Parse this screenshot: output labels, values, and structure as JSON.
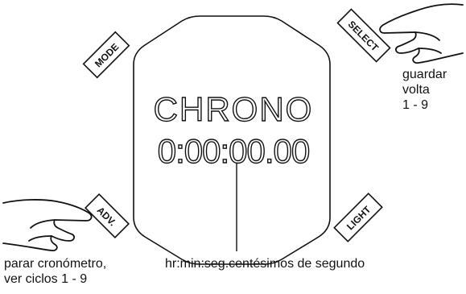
{
  "buttons": {
    "mode": "MODE",
    "select": "SELECT",
    "adv": "ADV.",
    "light": "LIGHT"
  },
  "display": {
    "line1": "CHRONO",
    "line2": "0:00:00.00"
  },
  "annotations": {
    "select_action": [
      "guardar",
      "volta",
      "1 - 9"
    ],
    "adv_action": [
      "parar cronómetro,",
      "ver ciclos 1 - 9"
    ],
    "time_format": "hr:min:seg.centésimos de segundo"
  },
  "colors": {
    "stroke": "#111111",
    "background": "#ffffff"
  }
}
